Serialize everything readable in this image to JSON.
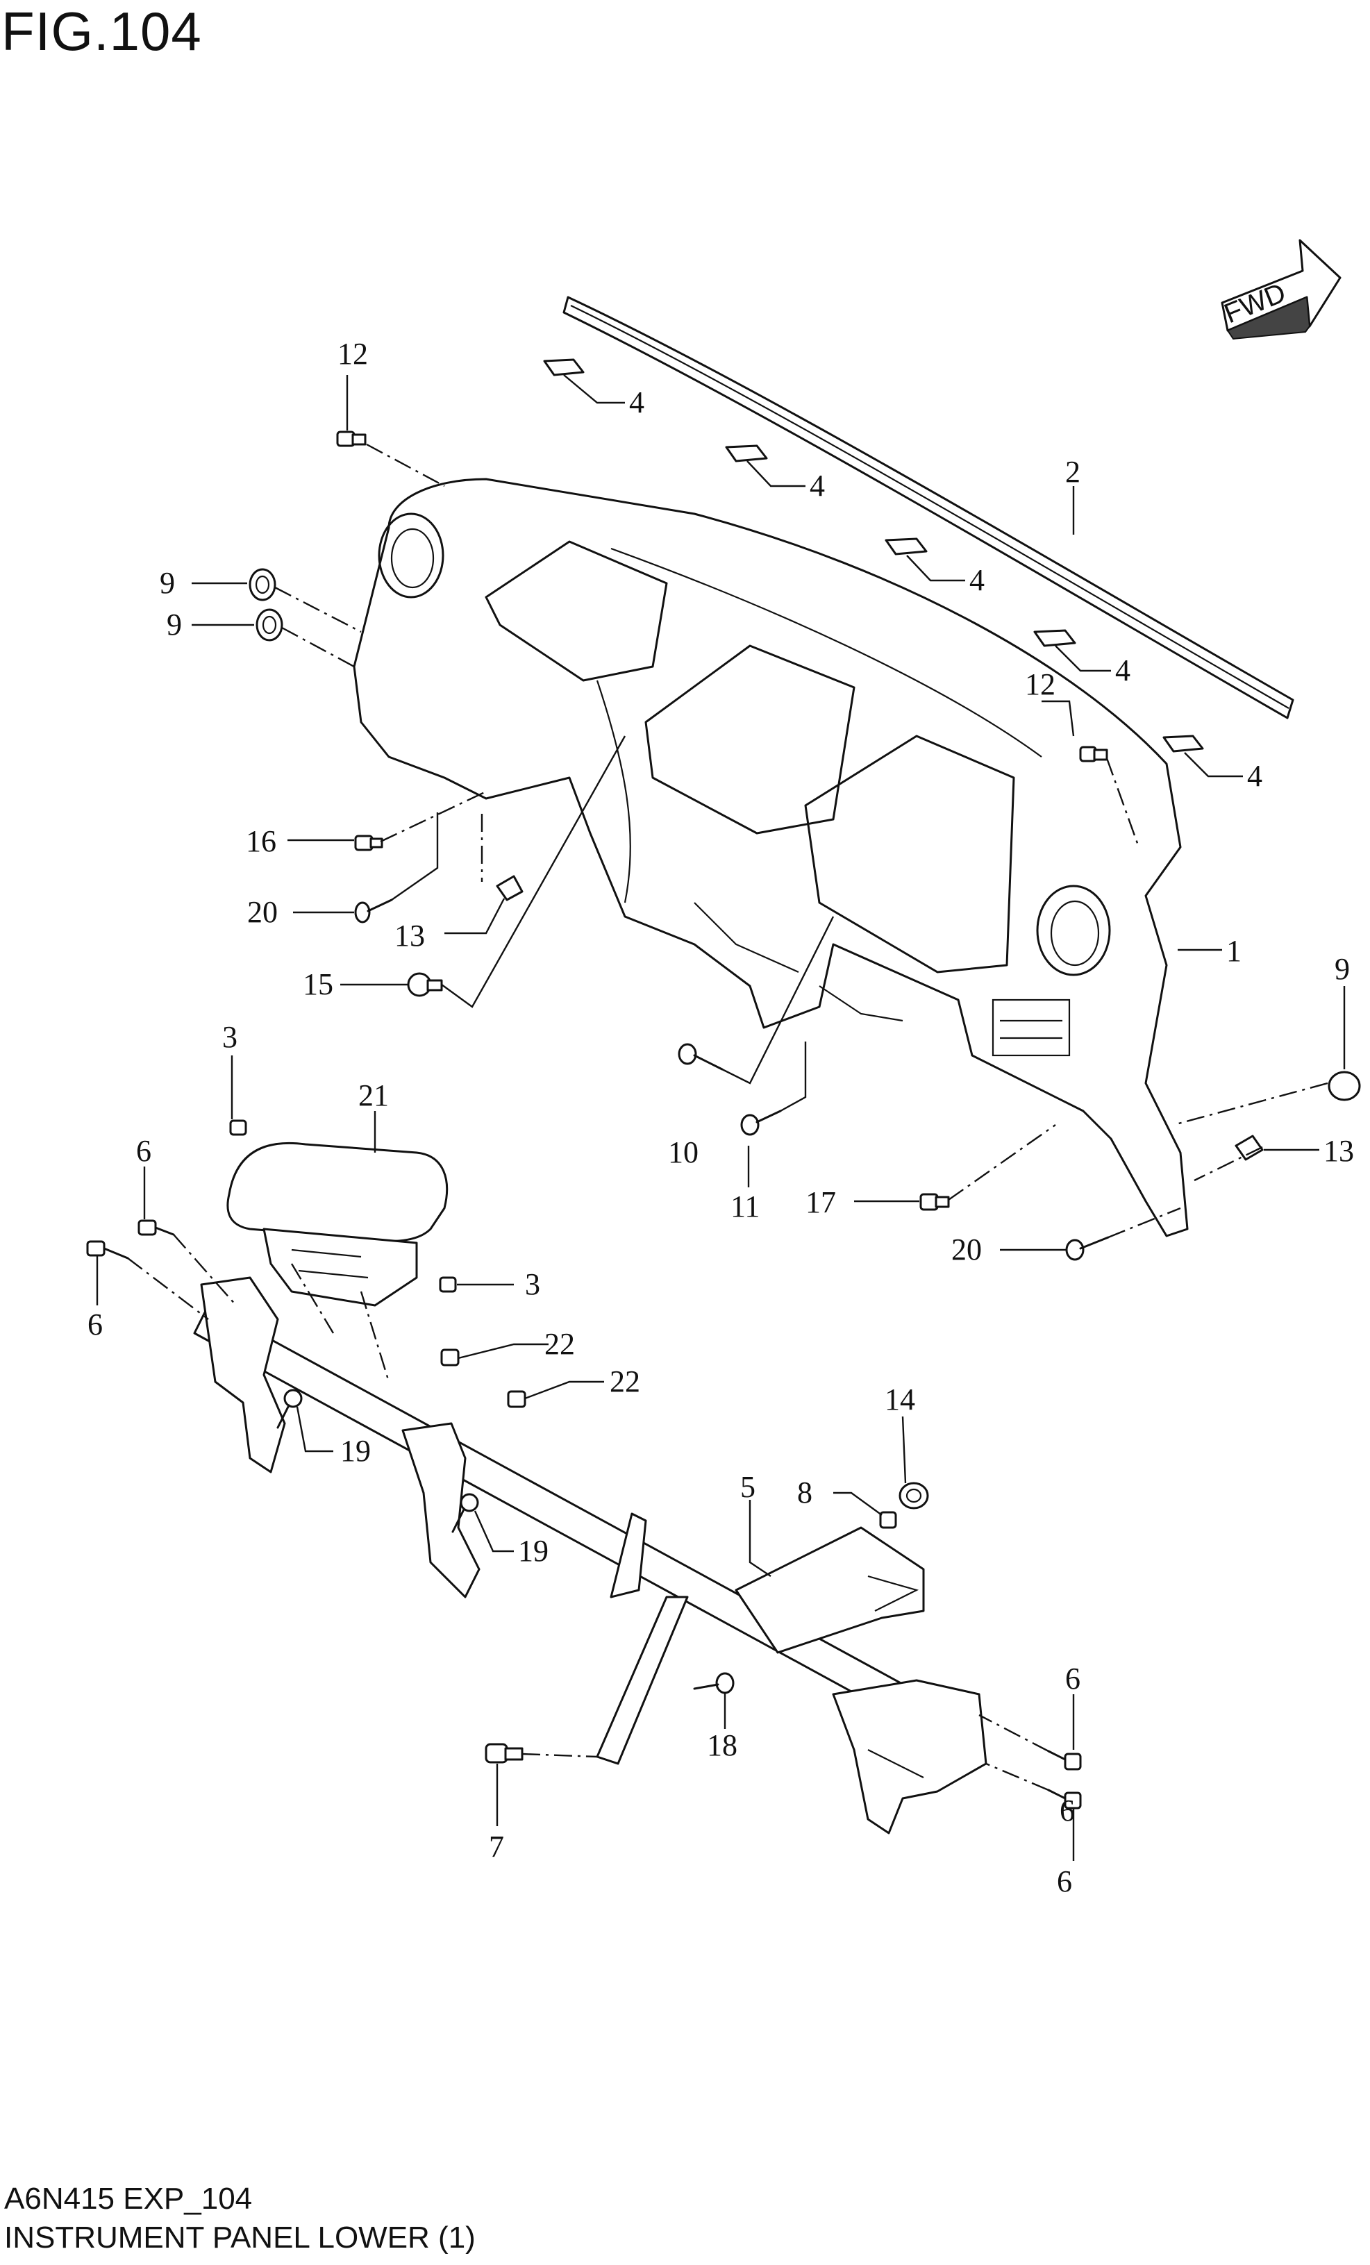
{
  "figure": {
    "title": "FIG.104",
    "footer_code": "A6N415 EXP_104",
    "footer_name": "INSTRUMENT PANEL LOWER (1)",
    "fwd_label": "FWD"
  },
  "callouts": {
    "c12a": "12",
    "c4a": "4",
    "c4b": "4",
    "c4c": "4",
    "c4d": "4",
    "c4e": "4",
    "c2": "2",
    "c9a": "9",
    "c9b": "9",
    "c12b": "12",
    "c1": "1",
    "c9c": "9",
    "c16": "16",
    "c20a": "20",
    "c13a": "13",
    "c15": "15",
    "c10": "10",
    "c11": "11",
    "c17": "17",
    "c13b": "13",
    "c20b": "20",
    "c3a": "3",
    "c21": "21",
    "c6a": "6",
    "c6b": "6",
    "c3b": "3",
    "c22a": "22",
    "c22b": "22",
    "c19a": "19",
    "c19b": "19",
    "c14": "14",
    "c8": "8",
    "c5": "5",
    "c18": "18",
    "c6c": "6",
    "c6d": "6",
    "c6e": "6",
    "c7": "7"
  }
}
